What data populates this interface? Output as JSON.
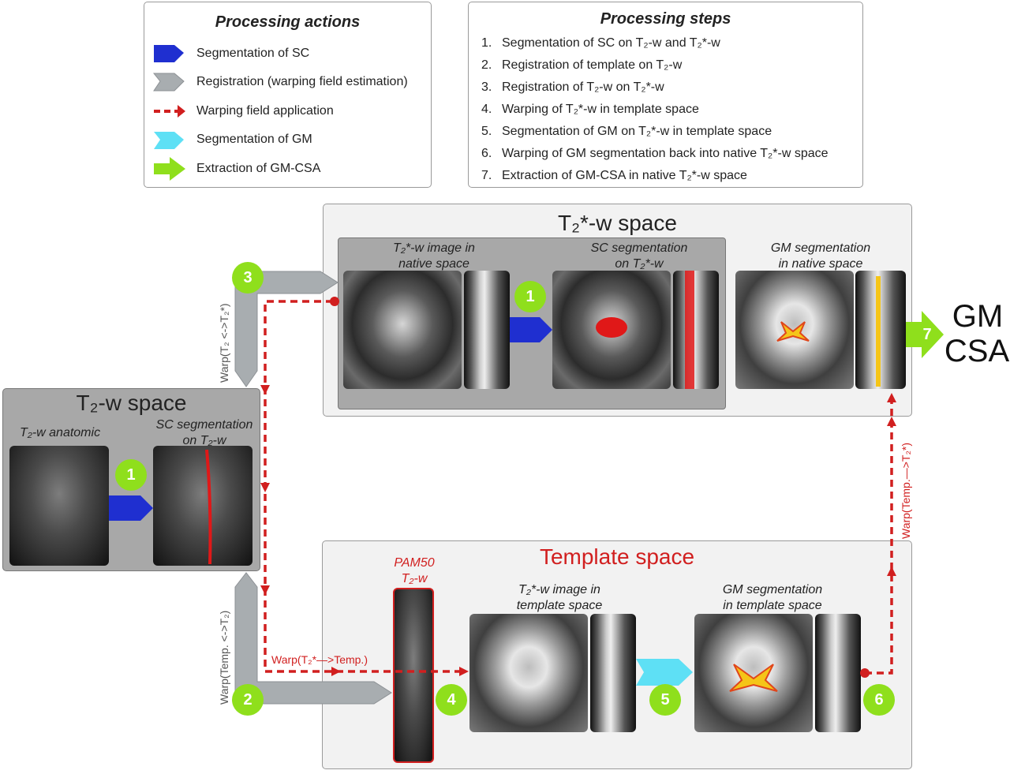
{
  "legend_actions": {
    "title": "Processing actions",
    "items": [
      {
        "label": "Segmentation of SC",
        "icon": "blue-arrow-icon",
        "color": "#1f2fd0"
      },
      {
        "label": "Registration (warping field estimation)",
        "icon": "gray-arrow-icon",
        "color": "#a8adb0"
      },
      {
        "label": "Warping field application",
        "icon": "red-dashed-arrow-icon",
        "color": "#d11f1f"
      },
      {
        "label": "Segmentation of GM",
        "icon": "cyan-arrow-icon",
        "color": "#5ee0f5"
      },
      {
        "label": "Extraction of GM-CSA",
        "icon": "green-arrow-icon",
        "color": "#8fdf1c"
      }
    ]
  },
  "legend_steps": {
    "title": "Processing steps",
    "items": [
      {
        "num": "1.",
        "label": "Segmentation of SC on T₂-w and T₂*-w"
      },
      {
        "num": "2.",
        "label": "Registration of template on T₂-w"
      },
      {
        "num": "3.",
        "label": "Registration of T₂-w on T₂*-w"
      },
      {
        "num": "4.",
        "label": "Warping of T₂*-w in template space"
      },
      {
        "num": "5.",
        "label": "Segmentation of GM on T₂*-w in template space"
      },
      {
        "num": "6.",
        "label": "Warping of GM segmentation back into native T₂*-w space"
      },
      {
        "num": "7.",
        "label": "Extraction of GM-CSA in native T₂*-w space"
      }
    ]
  },
  "t2star_space": {
    "title": "T₂*-w space",
    "cap_native": "T₂*-w image in\nnative space",
    "cap_sc": "SC segmentation\non T₂*-w",
    "cap_gm": "GM segmentation\nin native space"
  },
  "t2_space": {
    "title": "T₂-w space",
    "cap_anat": "T₂-w anatomic",
    "cap_sc": "SC segmentation\non T₂-w"
  },
  "template_space": {
    "title": "Template space",
    "cap_pam": "PAM50\nT₂-w",
    "cap_t2star": "T₂*-w image in\ntemplate space",
    "cap_gm": "GM segmentation\nin template space"
  },
  "warp_labels": {
    "t2_t2star": "Warp(T₂ <->T₂*)",
    "temp_t2": "Warp(Temp. <->T₂)",
    "t2star_temp": "Warp(T₂*—>Temp.)",
    "temp_t2star": "Warp(Temp.—>T₂*)"
  },
  "steps": {
    "s1a": "1",
    "s1b": "1",
    "s2": "2",
    "s3": "3",
    "s4": "4",
    "s5": "5",
    "s6": "6",
    "s7": "7"
  },
  "output": {
    "line1": "GM",
    "line2": "CSA"
  },
  "colors": {
    "sc_seg": "#1f2fd0",
    "registration": "#a8adb0",
    "warp": "#d11f1f",
    "gm_seg": "#5ee0f5",
    "csa": "#8fdf1c"
  }
}
